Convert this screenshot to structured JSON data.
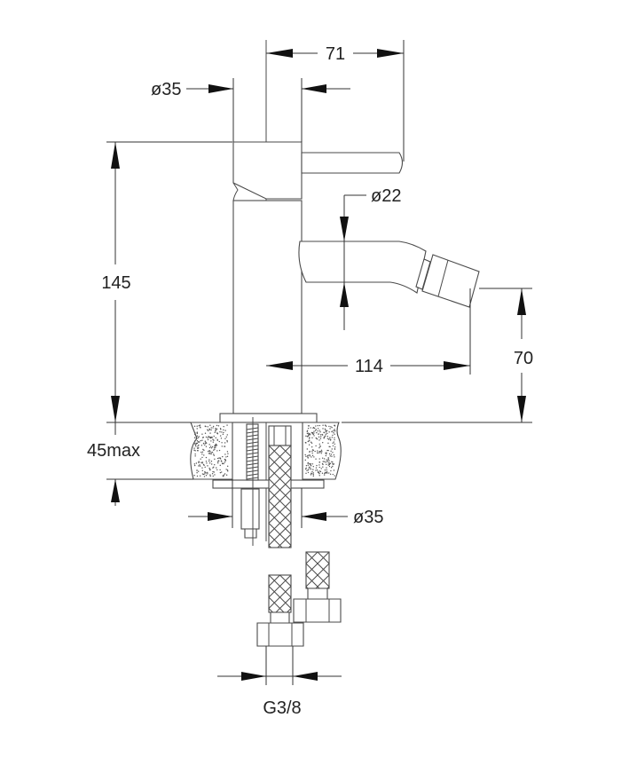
{
  "title": "Bidet mixer technical drawing",
  "dimensions": {
    "lever_reach": "71",
    "body_diameter_top": "ø35",
    "spout_diameter": "ø22",
    "height": "145",
    "spout_reach": "114",
    "spout_height": "70",
    "countertop_thickness": "45max",
    "mount_diameter": "ø35",
    "connection_thread": "G3/8"
  },
  "colors": {
    "line": "#4a4a4a",
    "arrow": "#111111",
    "stipple": "#555555"
  }
}
